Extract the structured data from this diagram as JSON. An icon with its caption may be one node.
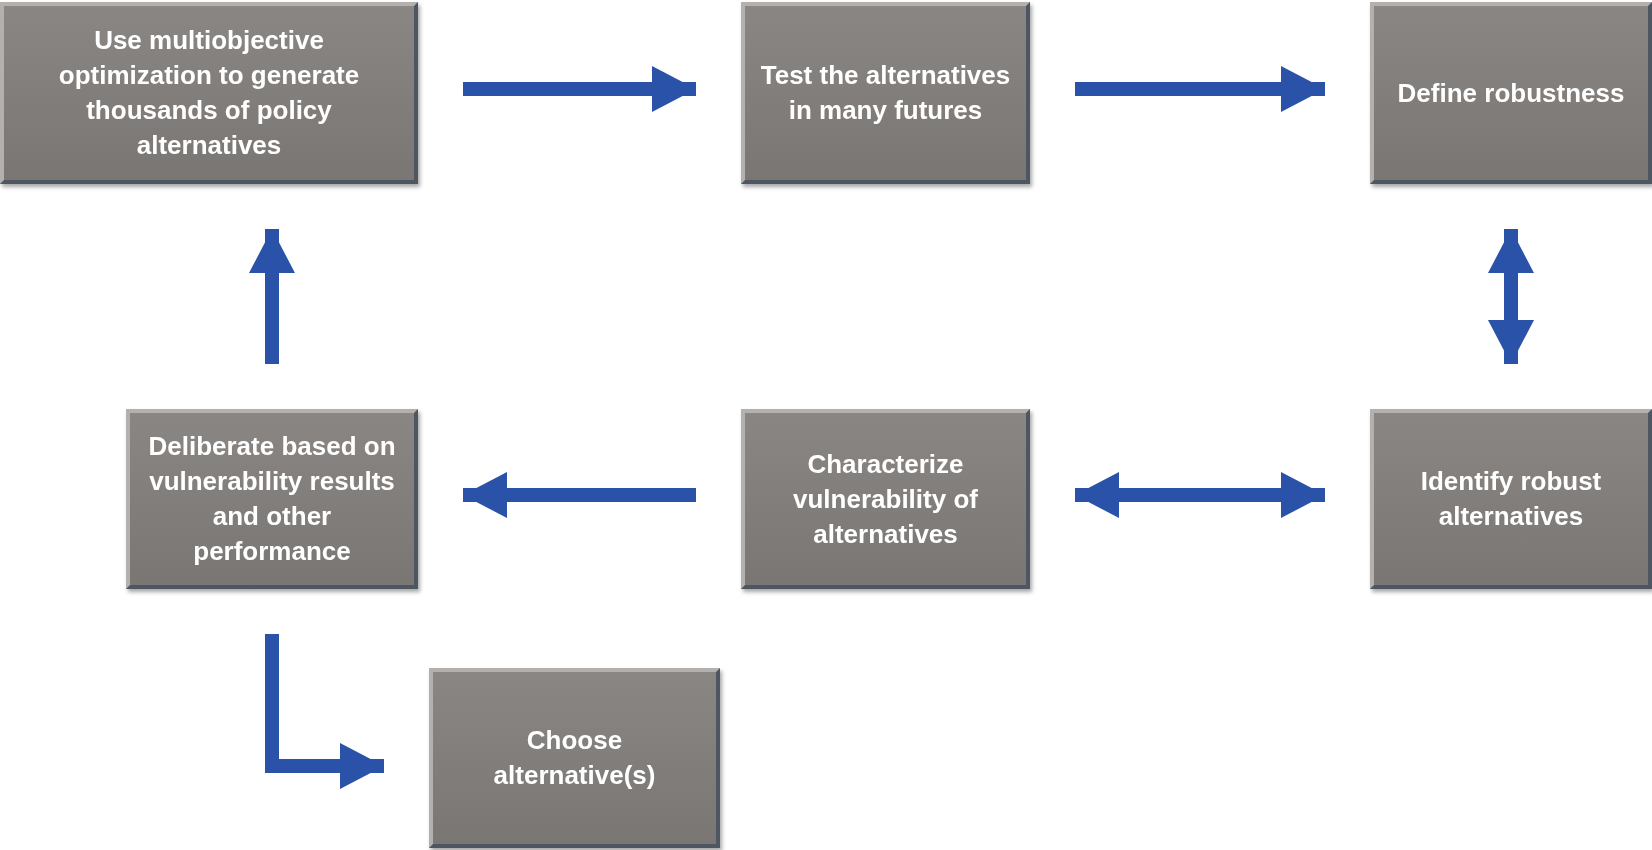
{
  "diagram": {
    "nodes": [
      {
        "text": [
          "Use multiobjective optimization to generate thousands of policy alternatives"
        ]
      },
      {
        "text": [
          "Test the alternatives in many futures"
        ]
      },
      {
        "text": [
          "Define robustness"
        ]
      },
      {
        "text": [
          "Deliberate based on vulnerability results and other performance"
        ]
      },
      {
        "text": [
          "Characterize vulnerability of alternatives"
        ]
      },
      {
        "text": [
          "Identify robust alternatives"
        ]
      },
      {
        "text": [
          "Choose alternative(s)"
        ]
      }
    ],
    "edges": [
      {
        "from": 0,
        "to": 1,
        "arrow": "to"
      },
      {
        "from": 1,
        "to": 2,
        "arrow": "to"
      },
      {
        "from": 2,
        "to": 5,
        "arrow": "both"
      },
      {
        "from": 4,
        "to": 5,
        "arrow": "both"
      },
      {
        "from": 4,
        "to": 3,
        "arrow": "to"
      },
      {
        "from": 3,
        "to": 0,
        "arrow": "to"
      },
      {
        "from": 3,
        "to": 6,
        "arrow": "to"
      }
    ]
  }
}
